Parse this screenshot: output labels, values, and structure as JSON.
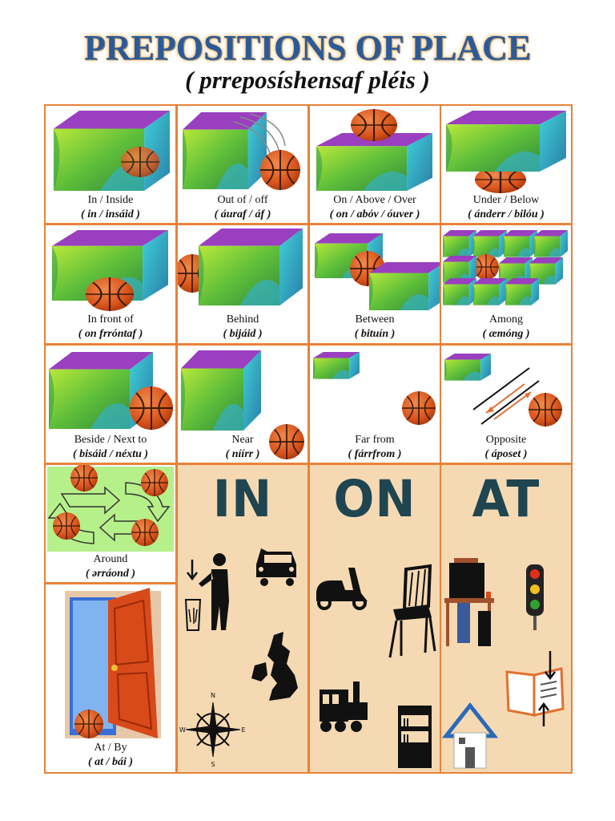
{
  "title": "PREPOSITIONS OF PLACE",
  "subtitle": "( prreposíshensaf pléis )",
  "cells": [
    {
      "word": "In / Inside",
      "pron": "( in / insáid )"
    },
    {
      "word": "Out of / off",
      "pron": "( áuraf / áf )"
    },
    {
      "word": "On / Above / Over",
      "pron": "( on / abóv / óuver )"
    },
    {
      "word": "Under / Below",
      "pron": "( ánderr / bilóu )"
    },
    {
      "word": "In front of",
      "pron": "( on frróntaf )"
    },
    {
      "word": "Behind",
      "pron": "( bijáid )"
    },
    {
      "word": "Between",
      "pron": "( bituín )"
    },
    {
      "word": "Among",
      "pron": "( æmóng )"
    },
    {
      "word": "Beside / Next to",
      "pron": "( bisáid / néxtu )"
    },
    {
      "word": "Near",
      "pron": "( níírr )"
    },
    {
      "word": "Far from",
      "pron": "( fárrfrom )"
    },
    {
      "word": "Opposite",
      "pron": "( áposet )"
    },
    {
      "word": "Around",
      "pron": "( ərráond )"
    },
    {
      "word": "At / By",
      "pron": "( at / bái )"
    }
  ],
  "panels": [
    {
      "heading": "IN",
      "icons": [
        "trash-person-icon",
        "car-icon",
        "uk-map-icon",
        "compass-icon"
      ],
      "compass_letters": [
        "N",
        "S",
        "W",
        "E"
      ]
    },
    {
      "heading": "ON",
      "icons": [
        "scooter-icon",
        "chair-icon",
        "train-icon",
        "bookshelf-icon"
      ]
    },
    {
      "heading": "AT",
      "icons": [
        "desk-computer-icon",
        "traffic-light-icon",
        "book-icon",
        "house-icon"
      ]
    }
  ],
  "colors": {
    "border": "#e8823a",
    "panel": "#f5d9b3",
    "heading": "#1f4650",
    "title": "#2a5a9a"
  }
}
